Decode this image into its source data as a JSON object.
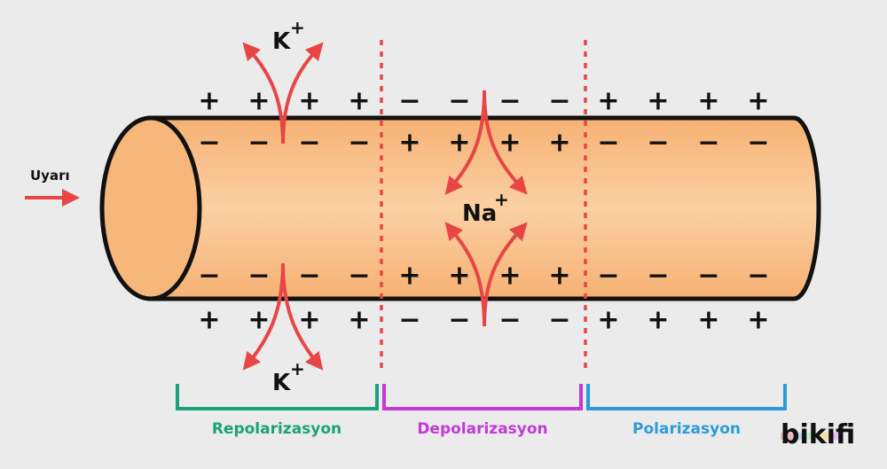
{
  "stimulus": {
    "label": "Uyarı",
    "arrow_color": "#e84545"
  },
  "ions": {
    "potassium": {
      "symbol": "K",
      "charge": "+"
    },
    "sodium": {
      "symbol": "Na",
      "charge": "+"
    }
  },
  "charges": {
    "repolarization": {
      "outer_top": [
        "+",
        "+",
        "+",
        "+"
      ],
      "inner_top": [
        "−",
        "−",
        "−",
        "−"
      ],
      "inner_bottom": [
        "−",
        "−",
        "−",
        "−"
      ],
      "outer_bottom": [
        "+",
        "+",
        "+",
        "+"
      ]
    },
    "depolarization": {
      "outer_top": [
        "−",
        "−",
        "−",
        "−"
      ],
      "inner_top": [
        "+",
        "+",
        "+",
        "+"
      ],
      "inner_bottom": [
        "+",
        "+",
        "+",
        "+"
      ],
      "outer_bottom": [
        "−",
        "−",
        "−",
        "−"
      ]
    },
    "polarization": {
      "outer_top": [
        "+",
        "+",
        "+",
        "+"
      ],
      "inner_top": [
        "−",
        "−",
        "−",
        "−"
      ],
      "inner_bottom": [
        "−",
        "−",
        "−",
        "−"
      ],
      "outer_bottom": [
        "+",
        "+",
        "+",
        "+"
      ]
    }
  },
  "zones": [
    {
      "id": "repolarization",
      "label": "Repolarizasyon",
      "color": "#1aa27a"
    },
    {
      "id": "depolarization",
      "label": "Depolarizasyon",
      "color": "#c23ad6"
    },
    {
      "id": "polarization",
      "label": "Polarizasyon",
      "color": "#2a9bd8"
    }
  ],
  "colors": {
    "background": "#ebebeb",
    "axon_fill": "#f8b77a",
    "axon_outline": "#111111",
    "arrow": "#e84545",
    "divider": "#e84545"
  },
  "logo": {
    "text": "bikifi"
  }
}
